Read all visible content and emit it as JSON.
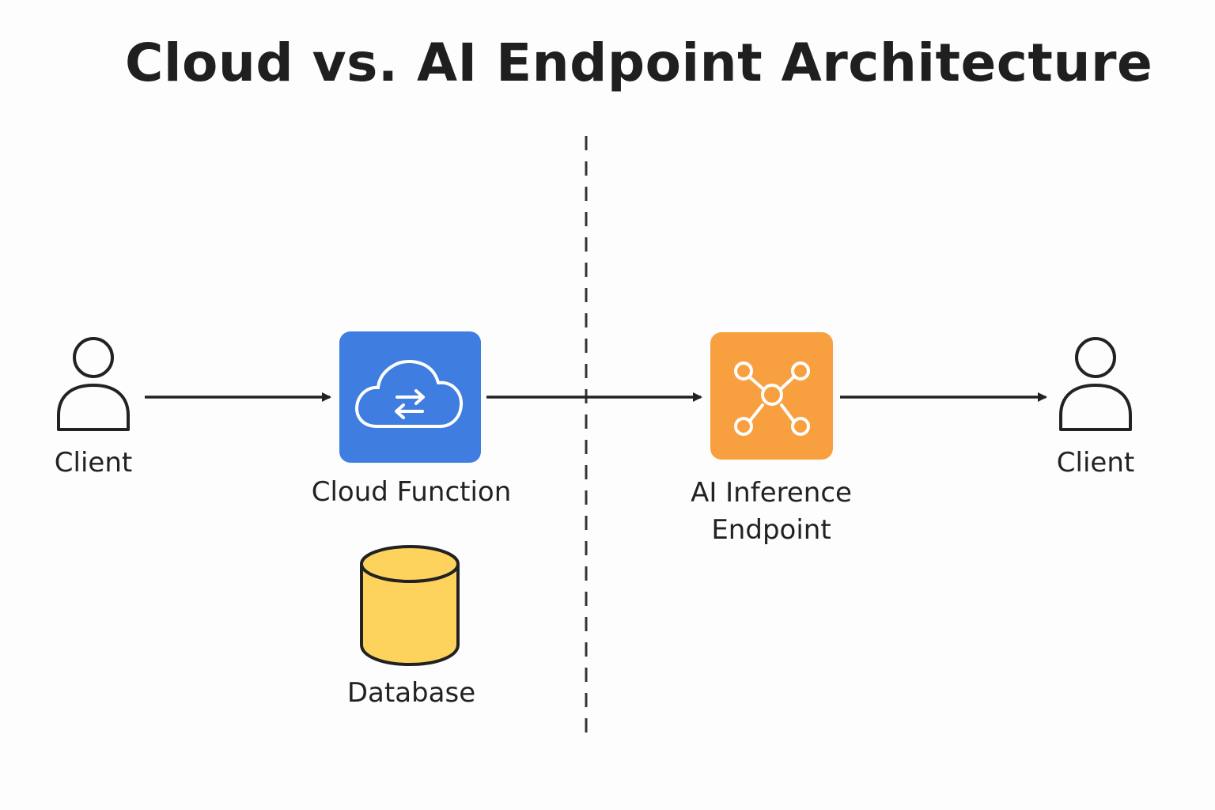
{
  "title": "Cloud vs. AI Endpoint Architecture",
  "colors": {
    "cloud_function_fill": "#3f7ee0",
    "ai_endpoint_fill": "#f8a03f",
    "database_fill": "#fdd35e",
    "stroke": "#222222",
    "divider": "#333333"
  },
  "nodes": {
    "client_left": {
      "label": "Client",
      "icon": "user-icon"
    },
    "cloud_function": {
      "label": "Cloud Function",
      "icon": "cloud-sync-icon"
    },
    "database": {
      "label": "Database",
      "icon": "database-icon"
    },
    "ai_endpoint": {
      "label_line1": "AI Inference",
      "label_line2": "Endpoint",
      "icon": "network-hub-icon"
    },
    "client_right": {
      "label": "Client",
      "icon": "user-icon"
    }
  },
  "edges": [
    {
      "from": "client_left",
      "to": "cloud_function"
    },
    {
      "from": "cloud_function",
      "to": "ai_endpoint"
    },
    {
      "from": "ai_endpoint",
      "to": "client_right"
    }
  ]
}
